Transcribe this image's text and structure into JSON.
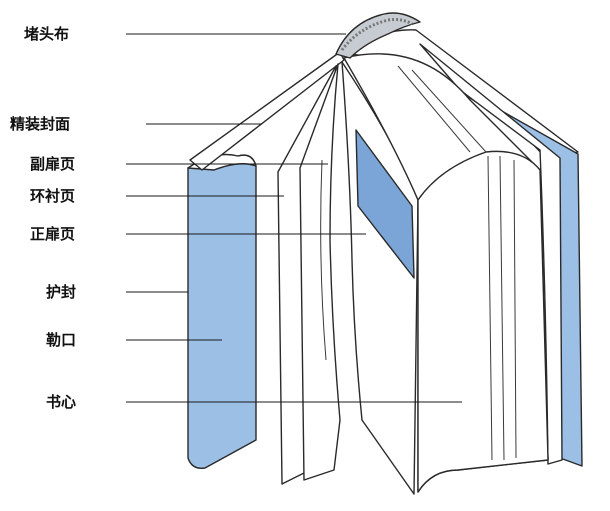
{
  "colors": {
    "jacket_blue": "#9cbfe6",
    "window_blue": "#7aa5d6",
    "page_white": "#ffffff",
    "line": "#2a2a2a",
    "headband_gray": "#c7ccd2"
  },
  "labels": {
    "headband": "堵头布",
    "hardcover": "精装封面",
    "fly_leaf": "副扉页",
    "endpaper": "环衬页",
    "title_page": "正扉页",
    "dust_jacket": "护封",
    "jacket_flap": "勒口",
    "book_block": "书心"
  }
}
